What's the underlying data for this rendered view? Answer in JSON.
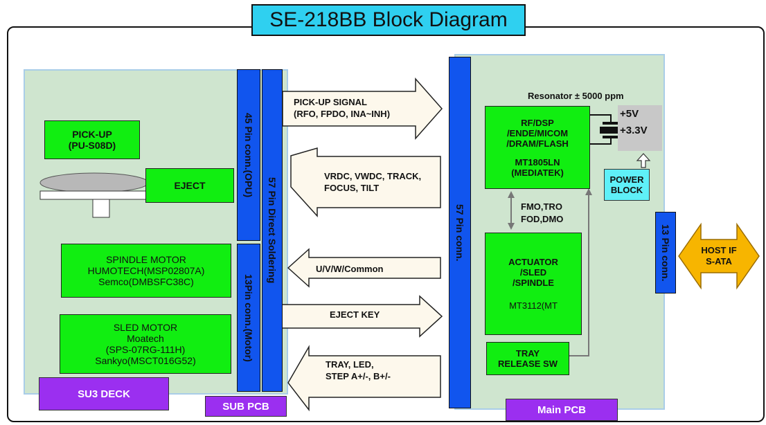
{
  "title": "SE-218BB Block Diagram",
  "sub_pcb": {
    "pickup": [
      "PICK-UP",
      "(PU-S08D)"
    ],
    "eject": "EJECT",
    "spindle_motor": [
      "SPINDLE MOTOR",
      "HUMOTECH(MSP02807A)",
      "Semco(DMBSFC38C)"
    ],
    "sled_motor": [
      "SLED MOTOR",
      "Moatech",
      "(SPS-07RG-111H)",
      "Sankyo(MSCT016G52)"
    ],
    "deck_label": "SU3 DECK",
    "sub_pcb_label": "SUB PCB",
    "conn_45": "45 Pin conn.(OPU)",
    "conn_13_motor": "13Pin conn.(Motor)",
    "conn_57_direct": "57 Pin Direct Soldering"
  },
  "signals": {
    "pickup_signal": [
      "PICK-UP SIGNAL",
      "(RFO, FPDO, INA~INH)"
    ],
    "servo": [
      "VRDC, VWDC, TRACK,",
      "FOCUS, TILT"
    ],
    "motor": [
      "U/V/W/Common"
    ],
    "eject_key": [
      "EJECT KEY"
    ],
    "tray": [
      "TRAY, LED,",
      "STEP A+/-, B+/-"
    ]
  },
  "main_pcb": {
    "conn_57": "57 Pin conn.",
    "resonator": "Resonator ± 5000 ppm",
    "rfdsp": [
      "RF/DSP",
      "/ENDE/MICOM",
      "/DRAM/FLASH",
      "",
      "MT1805LN",
      "(MEDIATEK)"
    ],
    "power_5v": "+5V",
    "power_33v": "+3.3V",
    "power_block": [
      "POWER",
      "BLOCK"
    ],
    "fmo": [
      "FMO,TRO",
      "FOD,DMO"
    ],
    "actuator": [
      "ACTUATOR",
      "/SLED",
      "/SPINDLE",
      "",
      "MT3112(MT"
    ],
    "tray_release": [
      "TRAY",
      "RELEASE SW"
    ],
    "conn_13": "13 Pin conn.",
    "host_if": [
      "HOST IF",
      "S-ATA"
    ],
    "main_pcb_label": "Main PCB"
  },
  "colors": {
    "title_bg": "#2fd0f0",
    "panel_bg": "#cfe5cf",
    "green_box": "#11ee11",
    "purple_label": "#9b2ff0",
    "blue_bar": "#1155ee",
    "arrow_fill": "#fdf8ec",
    "host_arrow": "#f7b500",
    "power_block_bg": "#5ff0f8"
  }
}
